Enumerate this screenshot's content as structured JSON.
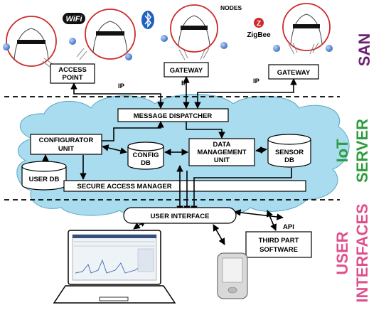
{
  "san": {
    "access_point": [
      "ACCESS",
      "POINT"
    ],
    "gateway_1": "GATEWAY",
    "gateway_2": "GATEWAY",
    "nodes_label": "NODES",
    "wifi_logo": "WiFi",
    "zigbee_logo": "ZigBee",
    "zigbee_mark": "Z",
    "bluetooth_icon": "bluetooth-icon",
    "ip_labels": [
      "IP",
      "IP",
      "IP"
    ]
  },
  "server": {
    "message_dispatcher": "MESSAGE DISPATCHER",
    "configurator_unit": [
      "CONFIGURATOR",
      "UNIT"
    ],
    "config_db": [
      "CONFIG",
      "DB"
    ],
    "data_management_unit": [
      "DATA",
      "MANAGEMENT",
      "UNIT"
    ],
    "sensor_db": [
      "SENSOR",
      "DB"
    ],
    "user_db": "USER DB",
    "secure_access_manager": "SECURE ACCESS MANAGER"
  },
  "ui_layer": {
    "user_interface": "USER INTERFACE",
    "third_part_software": [
      "THIRD PART",
      "SOFTWARE"
    ],
    "api_label": "API"
  },
  "sections": {
    "san": "SAN",
    "iot": "IoT",
    "server": "SERVER",
    "user": "USER",
    "interfaces": "INTERFACES"
  },
  "colors": {
    "cloud": "#a8dcee",
    "san_label": "#6a1f6f",
    "server_label": "#2e9c3c",
    "interfaces_label": "#e0508c",
    "body_circle": "#cc2a2a",
    "node_dot": "#5b8fd8"
  }
}
